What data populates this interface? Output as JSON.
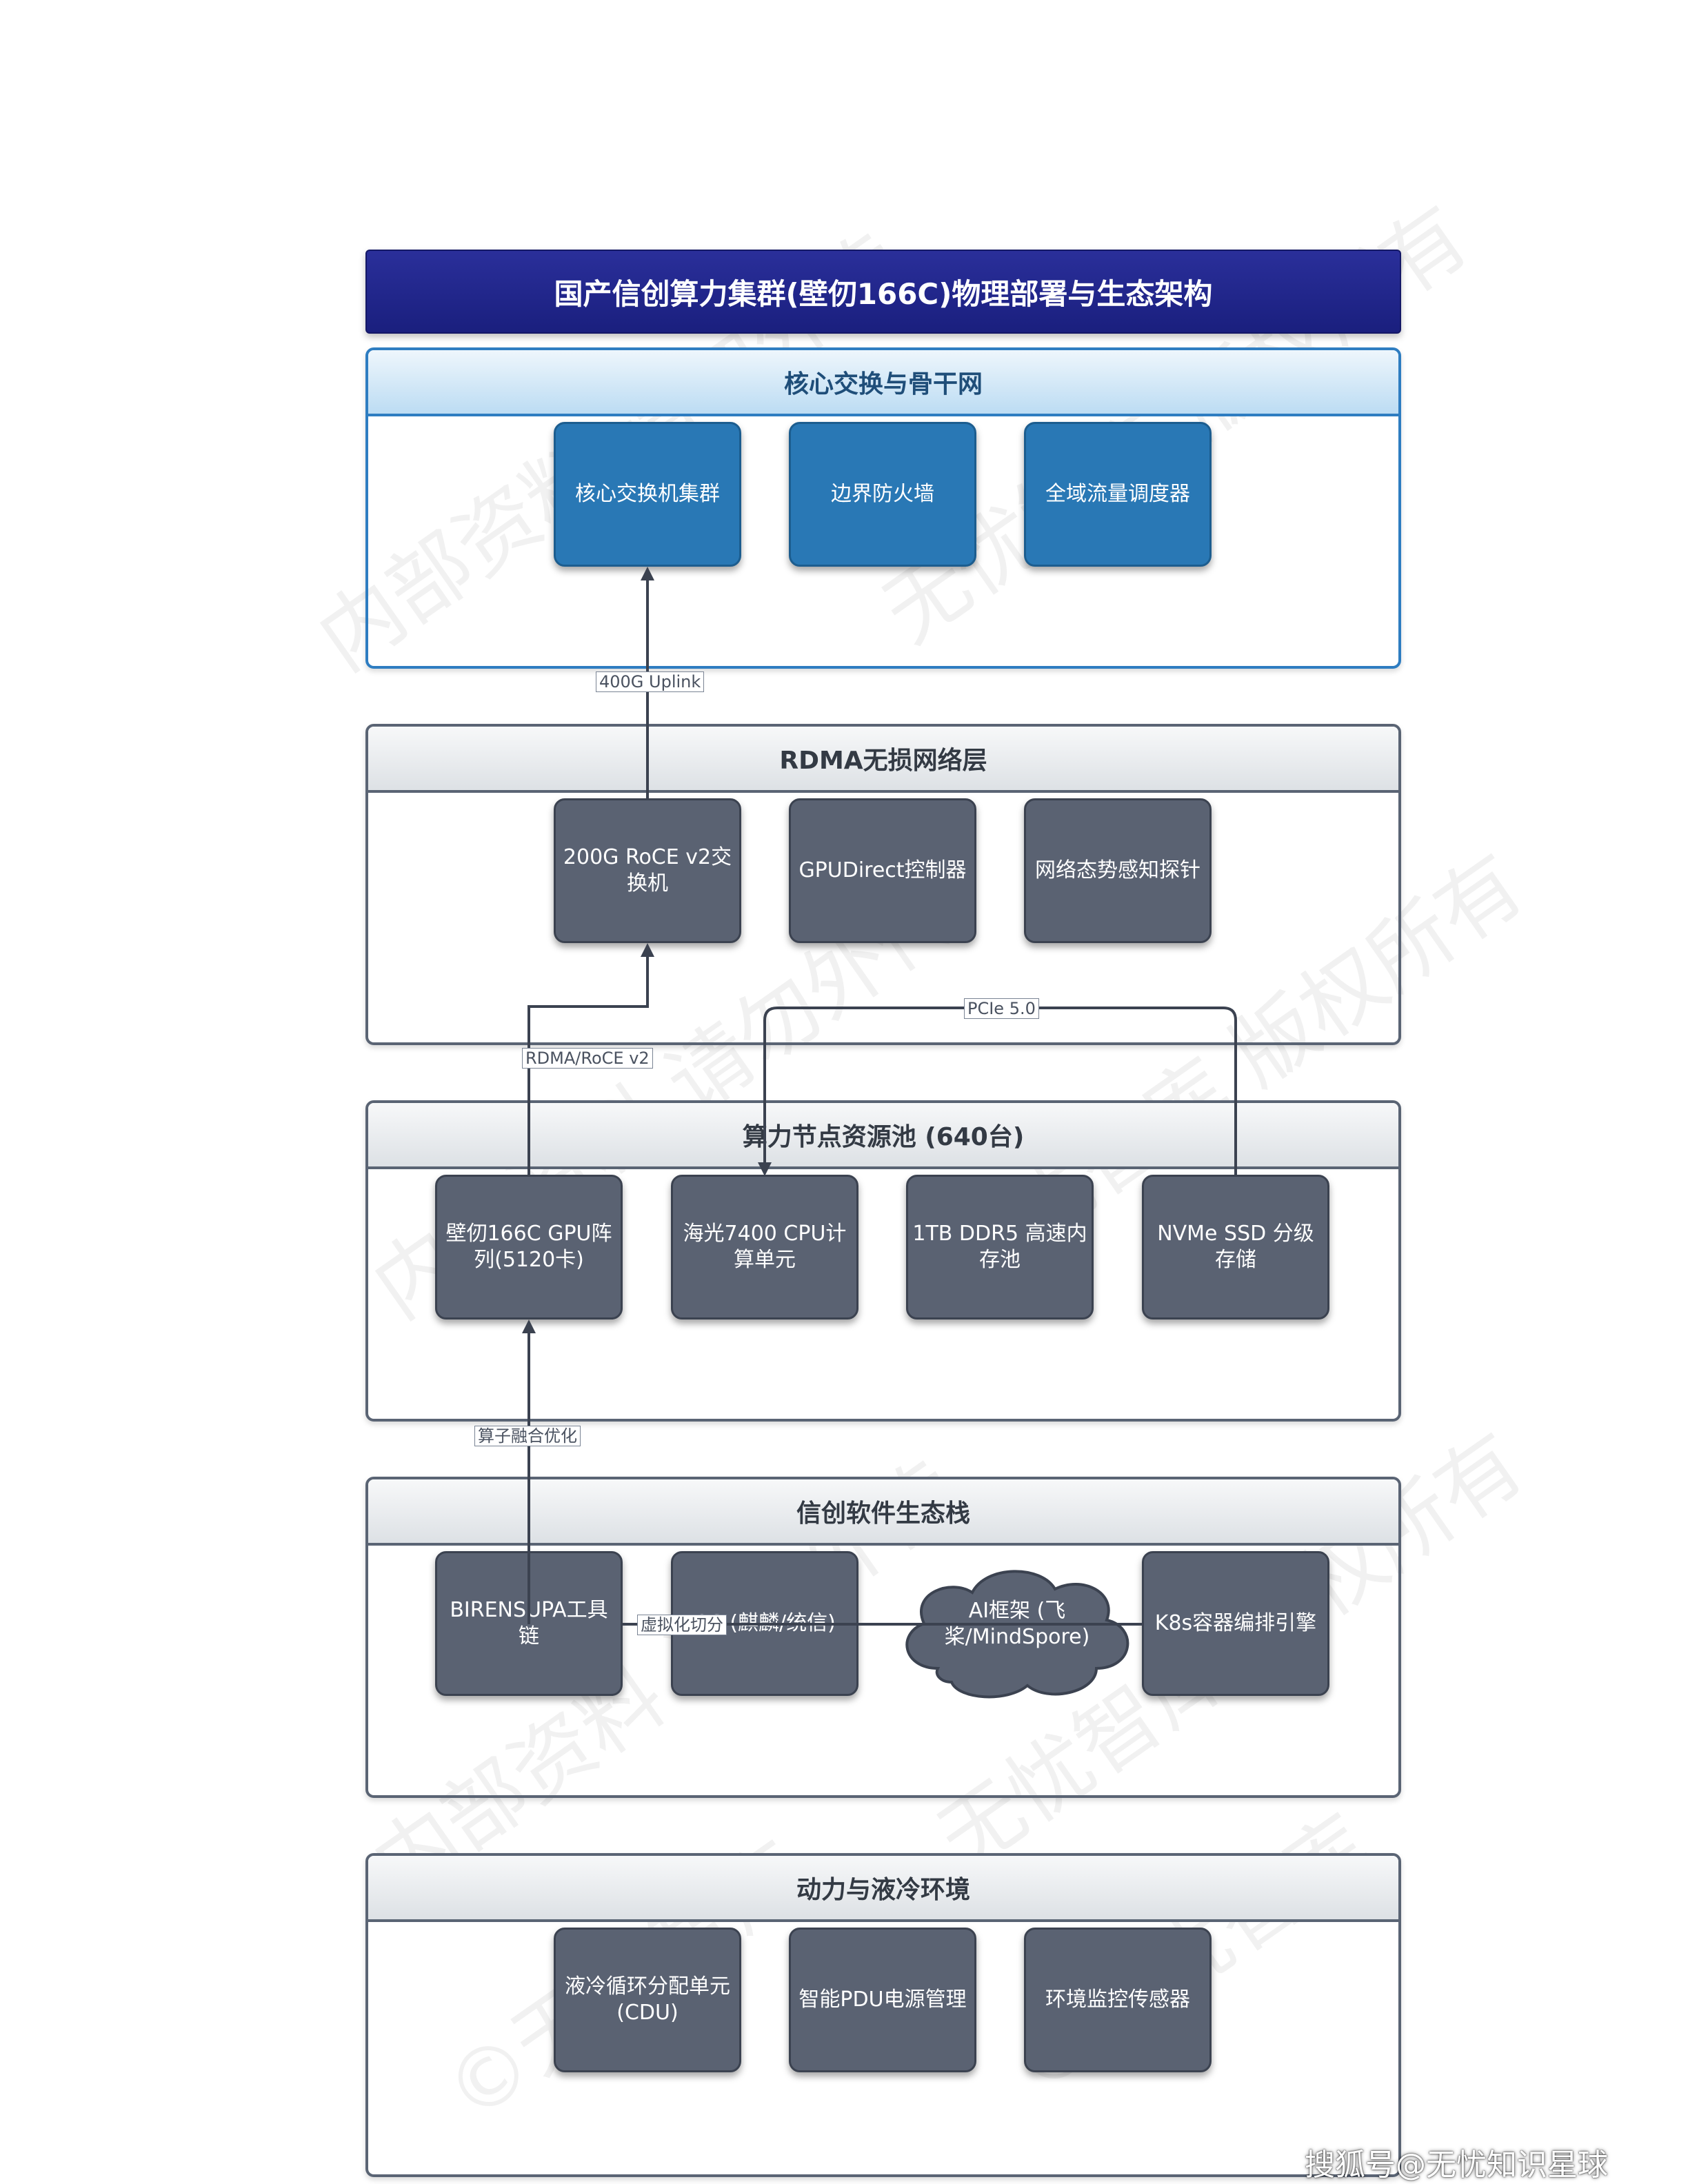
{
  "title": "国产信创算力集群(壁仞166C)物理部署与生态架构",
  "layers": [
    {
      "id": "core",
      "title": "核心交换与骨干网",
      "nodes": [
        "核心交换机集群",
        "边界防火墙",
        "全域流量调度器"
      ]
    },
    {
      "id": "rdma",
      "title": "RDMA无损网络层",
      "nodes": [
        "200G RoCE v2交换机",
        "GPUDirect控制器",
        "网络态势感知探针"
      ]
    },
    {
      "id": "compute",
      "title": "算力节点资源池 (640台)",
      "nodes": [
        "壁仞166C GPU阵列(5120卡)",
        "海光7400 CPU计算单元",
        "1TB DDR5 高速内存池",
        "NVMe SSD 分级存储"
      ]
    },
    {
      "id": "software",
      "title": "信创软件生态栈",
      "nodes": [
        "BIRENSUPA工具链",
        "OS (麒麟/统信)",
        "AI框架 (飞桨/MindSpore)",
        "K8s容器编排引擎"
      ]
    },
    {
      "id": "power",
      "title": "动力与液冷环境",
      "nodes": [
        "液冷循环分配单元(CDU)",
        "智能PDU电源管理",
        "环境监控传感器"
      ]
    }
  ],
  "edges": {
    "uplink": "400G Uplink",
    "rdma": "RDMA/RoCE v2",
    "pcie": "PCIe 5.0",
    "operator": "算子融合优化",
    "virt": "虚拟化切分"
  },
  "watermarks": [
    "内部资料 请勿外传",
    "无忧智库 版权所有",
    "©无忧智库"
  ],
  "footer": "搜狐号@无忧知识星球",
  "colors": {
    "title_bg": "#1a1f7e",
    "node_gray": "#5a6272",
    "node_blue": "#2978b5",
    "layer_border": "#5a6474",
    "core_border": "#2e7dc1",
    "edge": "#3b4250"
  }
}
